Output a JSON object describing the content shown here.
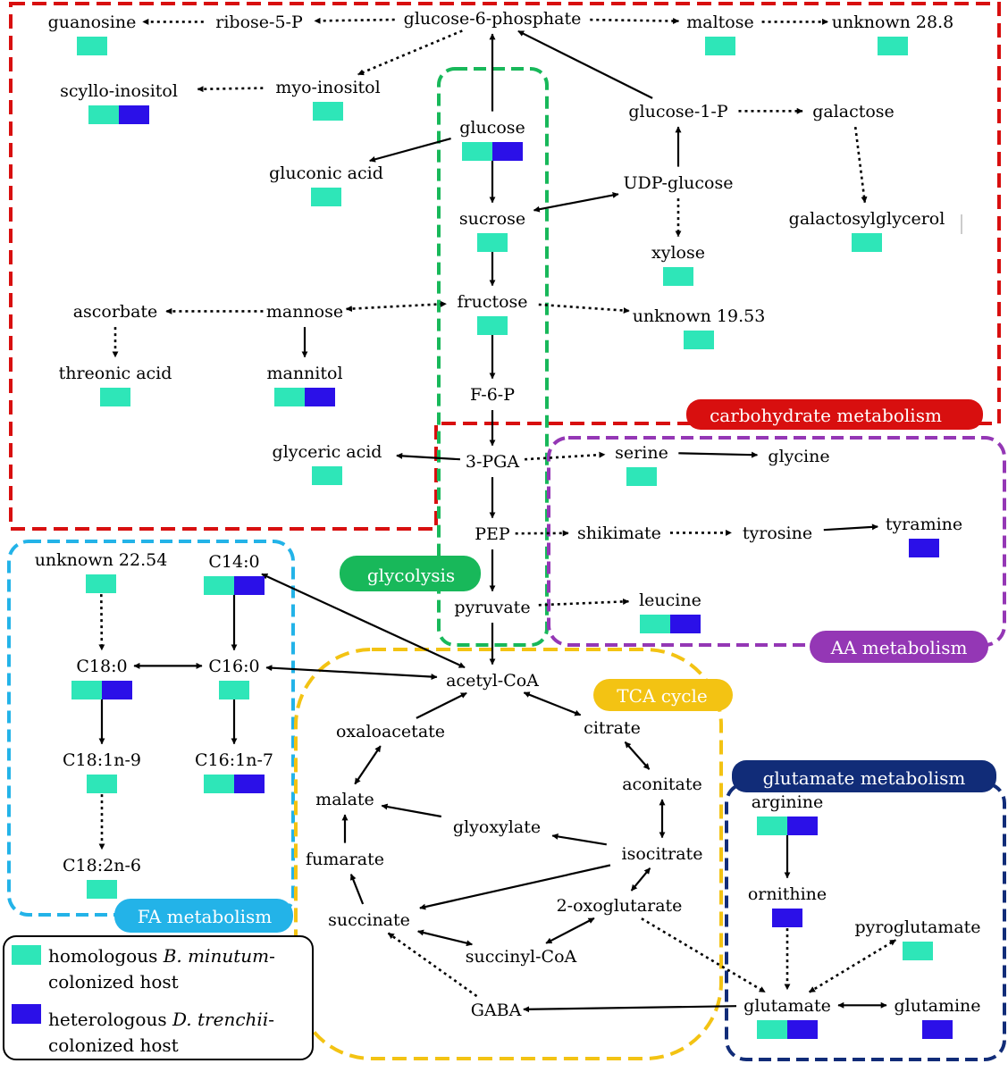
{
  "colors": {
    "homologous": "#2ee6b8",
    "heterologous": "#2b10e8",
    "carbohydrate": "#d80f0f",
    "glycolysis": "#18b85a",
    "aa": "#9437b5",
    "fa": "#23b3e8",
    "tca": "#f3c313",
    "glutamate": "#112c78"
  },
  "regions": [
    {
      "id": "carbohydrate",
      "label": "carbohydrate metabolism"
    },
    {
      "id": "glycolysis",
      "label": "glycolysis"
    },
    {
      "id": "aa",
      "label": "AA metabolism"
    },
    {
      "id": "fa",
      "label": "FA metabolism"
    },
    {
      "id": "tca",
      "label": "TCA cycle"
    },
    {
      "id": "glutamate",
      "label": "glutamate metabolism"
    }
  ],
  "nodes": {
    "guanosine": {
      "label": "guanosine",
      "markers": [
        "homologous"
      ]
    },
    "ribose5p": {
      "label": "ribose-5-P",
      "markers": []
    },
    "g6p": {
      "label": "glucose-6-phosphate",
      "markers": []
    },
    "maltose": {
      "label": "maltose",
      "markers": [
        "homologous"
      ]
    },
    "unknown288": {
      "label": "unknown 28.8",
      "markers": [
        "homologous"
      ]
    },
    "scyllo": {
      "label": "scyllo-inositol",
      "markers": [
        "homologous",
        "heterologous"
      ]
    },
    "myo": {
      "label": "myo-inositol",
      "markers": [
        "homologous"
      ]
    },
    "glucose": {
      "label": "glucose",
      "markers": [
        "homologous",
        "heterologous"
      ]
    },
    "glucose1p": {
      "label": "glucose-1-P",
      "markers": []
    },
    "galactose": {
      "label": "galactose",
      "markers": []
    },
    "gluconic": {
      "label": "gluconic acid",
      "markers": [
        "homologous"
      ]
    },
    "udpglucose": {
      "label": "UDP-glucose",
      "markers": []
    },
    "sucrose": {
      "label": "sucrose",
      "markers": [
        "homologous"
      ]
    },
    "galactosylglycerol": {
      "label": "galactosylglycerol",
      "markers": [
        "homologous"
      ]
    },
    "xylose": {
      "label": "xylose",
      "markers": [
        "homologous"
      ]
    },
    "fructose": {
      "label": "fructose",
      "markers": [
        "homologous"
      ]
    },
    "unknown1953": {
      "label": "unknown 19.53",
      "markers": [
        "homologous"
      ]
    },
    "ascorbate": {
      "label": "ascorbate",
      "markers": []
    },
    "mannose": {
      "label": "mannose",
      "markers": []
    },
    "threonic": {
      "label": "threonic acid",
      "markers": [
        "homologous"
      ]
    },
    "mannitol": {
      "label": "mannitol",
      "markers": [
        "homologous",
        "heterologous"
      ]
    },
    "f6p": {
      "label": "F-6-P",
      "markers": []
    },
    "glyceric": {
      "label": "glyceric acid",
      "markers": [
        "homologous"
      ]
    },
    "pga": {
      "label": "3-PGA",
      "markers": []
    },
    "serine": {
      "label": "serine",
      "markers": [
        "homologous"
      ]
    },
    "glycine": {
      "label": "glycine",
      "markers": []
    },
    "pep": {
      "label": "PEP",
      "markers": []
    },
    "shikimate": {
      "label": "shikimate",
      "markers": []
    },
    "tyrosine": {
      "label": "tyrosine",
      "markers": []
    },
    "tyramine": {
      "label": "tyramine",
      "markers": [
        "heterologous"
      ]
    },
    "pyruvate": {
      "label": "pyruvate",
      "markers": []
    },
    "leucine": {
      "label": "leucine",
      "markers": [
        "homologous",
        "heterologous"
      ]
    },
    "unknown2254": {
      "label": "unknown 22.54",
      "markers": [
        "homologous"
      ]
    },
    "c140": {
      "label": "C14:0",
      "markers": [
        "homologous",
        "heterologous"
      ]
    },
    "c180": {
      "label": "C18:0",
      "markers": [
        "homologous",
        "heterologous"
      ]
    },
    "c160": {
      "label": "C16:0",
      "markers": [
        "homologous"
      ]
    },
    "c181": {
      "label": "C18:1n-9",
      "markers": [
        "homologous"
      ]
    },
    "c161": {
      "label": "C16:1n-7",
      "markers": [
        "homologous",
        "heterologous"
      ]
    },
    "c182": {
      "label": "C18:2n-6",
      "markers": [
        "homologous"
      ]
    },
    "acetylcoa": {
      "label": "acetyl-CoA",
      "markers": []
    },
    "oxaloacetate": {
      "label": "oxaloacetate",
      "markers": []
    },
    "citrate": {
      "label": "citrate",
      "markers": []
    },
    "aconitate": {
      "label": "aconitate",
      "markers": []
    },
    "malate": {
      "label": "malate",
      "markers": []
    },
    "glyoxylate": {
      "label": "glyoxylate",
      "markers": []
    },
    "isocitrate": {
      "label": "isocitrate",
      "markers": []
    },
    "fumarate": {
      "label": "fumarate",
      "markers": []
    },
    "oxoglutarate": {
      "label": "2-oxoglutarate",
      "markers": []
    },
    "succinate": {
      "label": "succinate",
      "markers": []
    },
    "succinylcoa": {
      "label": "succinyl-CoA",
      "markers": []
    },
    "gaba": {
      "label": "GABA",
      "markers": []
    },
    "arginine": {
      "label": "arginine",
      "markers": [
        "homologous",
        "heterologous"
      ]
    },
    "ornithine": {
      "label": "ornithine",
      "markers": [
        "heterologous"
      ]
    },
    "pyroglutamate": {
      "label": "pyroglutamate",
      "markers": [
        "homologous"
      ]
    },
    "glutamate": {
      "label": "glutamate",
      "markers": [
        "homologous",
        "heterologous"
      ]
    },
    "glutamine": {
      "label": "glutamine",
      "markers": [
        "heterologous"
      ]
    }
  },
  "edges": [
    {
      "from": "ribose5p",
      "to": "guanosine",
      "style": "dotted",
      "dir": "forward"
    },
    {
      "from": "g6p",
      "to": "ribose5p",
      "style": "dotted",
      "dir": "forward"
    },
    {
      "from": "g6p",
      "to": "maltose",
      "style": "dotted",
      "dir": "forward"
    },
    {
      "from": "maltose",
      "to": "unknown288",
      "style": "dotted",
      "dir": "forward"
    },
    {
      "from": "g6p",
      "to": "myo",
      "style": "dotted",
      "dir": "forward"
    },
    {
      "from": "myo",
      "to": "scyllo",
      "style": "dotted",
      "dir": "forward"
    },
    {
      "from": "glucose",
      "to": "g6p",
      "style": "solid",
      "dir": "forward"
    },
    {
      "from": "glucose1p",
      "to": "g6p",
      "style": "solid",
      "dir": "forward"
    },
    {
      "from": "glucose1p",
      "to": "galactose",
      "style": "dotted",
      "dir": "forward"
    },
    {
      "from": "galactose",
      "to": "galactosylglycerol",
      "style": "dotted",
      "dir": "forward"
    },
    {
      "from": "udpglucose",
      "to": "glucose1p",
      "style": "solid",
      "dir": "forward"
    },
    {
      "from": "udpglucose",
      "to": "xylose",
      "style": "dotted",
      "dir": "forward"
    },
    {
      "from": "sucrose",
      "to": "udpglucose",
      "style": "solid",
      "dir": "both"
    },
    {
      "from": "glucose",
      "to": "gluconic",
      "style": "solid",
      "dir": "forward"
    },
    {
      "from": "glucose",
      "to": "sucrose",
      "style": "solid",
      "dir": "both"
    },
    {
      "from": "sucrose",
      "to": "fructose",
      "style": "solid",
      "dir": "forward"
    },
    {
      "from": "fructose",
      "to": "unknown1953",
      "style": "dotted",
      "dir": "forward"
    },
    {
      "from": "fructose",
      "to": "f6p",
      "style": "solid",
      "dir": "forward"
    },
    {
      "from": "mannose",
      "to": "fructose",
      "style": "dotted",
      "dir": "both"
    },
    {
      "from": "mannose",
      "to": "ascorbate",
      "style": "dotted",
      "dir": "forward"
    },
    {
      "from": "ascorbate",
      "to": "threonic",
      "style": "dotted",
      "dir": "forward"
    },
    {
      "from": "mannose",
      "to": "mannitol",
      "style": "solid",
      "dir": "forward"
    },
    {
      "from": "f6p",
      "to": "pga",
      "style": "solid",
      "dir": "forward"
    },
    {
      "from": "pga",
      "to": "glyceric",
      "style": "solid",
      "dir": "forward"
    },
    {
      "from": "pga",
      "to": "serine",
      "style": "dotted",
      "dir": "forward"
    },
    {
      "from": "serine",
      "to": "glycine",
      "style": "solid",
      "dir": "forward"
    },
    {
      "from": "pga",
      "to": "pep",
      "style": "solid",
      "dir": "forward"
    },
    {
      "from": "pep",
      "to": "shikimate",
      "style": "dotted",
      "dir": "forward"
    },
    {
      "from": "shikimate",
      "to": "tyrosine",
      "style": "dotted",
      "dir": "forward"
    },
    {
      "from": "tyrosine",
      "to": "tyramine",
      "style": "solid",
      "dir": "forward"
    },
    {
      "from": "pep",
      "to": "pyruvate",
      "style": "solid",
      "dir": "forward"
    },
    {
      "from": "pyruvate",
      "to": "leucine",
      "style": "dotted",
      "dir": "forward"
    },
    {
      "from": "pyruvate",
      "to": "acetylcoa",
      "style": "solid",
      "dir": "forward"
    },
    {
      "from": "c140",
      "to": "acetylcoa",
      "style": "solid",
      "dir": "both"
    },
    {
      "from": "c160",
      "to": "acetylcoa",
      "style": "solid",
      "dir": "both"
    },
    {
      "from": "unknown2254",
      "to": "c180",
      "style": "dotted",
      "dir": "both"
    },
    {
      "from": "c140",
      "to": "c160",
      "style": "solid",
      "dir": "both"
    },
    {
      "from": "c180",
      "to": "c160",
      "style": "solid",
      "dir": "both"
    },
    {
      "from": "c180",
      "to": "c181",
      "style": "solid",
      "dir": "both"
    },
    {
      "from": "c160",
      "to": "c161",
      "style": "solid",
      "dir": "both"
    },
    {
      "from": "c181",
      "to": "c182",
      "style": "dotted",
      "dir": "both"
    },
    {
      "from": "acetylcoa",
      "to": "citrate",
      "style": "solid",
      "dir": "both"
    },
    {
      "from": "oxaloacetate",
      "to": "acetylcoa",
      "style": "solid",
      "dir": "forward"
    },
    {
      "from": "citrate",
      "to": "aconitate",
      "style": "solid",
      "dir": "both"
    },
    {
      "from": "aconitate",
      "to": "isocitrate",
      "style": "solid",
      "dir": "both"
    },
    {
      "from": "isocitrate",
      "to": "glyoxylate",
      "style": "solid",
      "dir": "forward"
    },
    {
      "from": "glyoxylate",
      "to": "malate",
      "style": "solid",
      "dir": "forward"
    },
    {
      "from": "isocitrate",
      "to": "succinate",
      "style": "solid",
      "dir": "forward"
    },
    {
      "from": "isocitrate",
      "to": "oxoglutarate",
      "style": "solid",
      "dir": "both"
    },
    {
      "from": "oxoglutarate",
      "to": "succinylcoa",
      "style": "solid",
      "dir": "both"
    },
    {
      "from": "succinylcoa",
      "to": "succinate",
      "style": "solid",
      "dir": "both"
    },
    {
      "from": "succinate",
      "to": "fumarate",
      "style": "solid",
      "dir": "forward"
    },
    {
      "from": "fumarate",
      "to": "malate",
      "style": "solid",
      "dir": "forward"
    },
    {
      "from": "malate",
      "to": "oxaloacetate",
      "style": "solid",
      "dir": "both"
    },
    {
      "from": "gaba",
      "to": "succinate",
      "style": "dotted",
      "dir": "forward"
    },
    {
      "from": "glutamate",
      "to": "gaba",
      "style": "solid",
      "dir": "forward"
    },
    {
      "from": "oxoglutarate",
      "to": "glutamate",
      "style": "dotted",
      "dir": "forward"
    },
    {
      "from": "arginine",
      "to": "ornithine",
      "style": "solid",
      "dir": "both"
    },
    {
      "from": "ornithine",
      "to": "glutamate",
      "style": "dotted",
      "dir": "both"
    },
    {
      "from": "glutamate",
      "to": "pyroglutamate",
      "style": "dotted",
      "dir": "both"
    },
    {
      "from": "glutamate",
      "to": "glutamine",
      "style": "solid",
      "dir": "both"
    }
  ],
  "legend": [
    {
      "key": "homologous",
      "text": "homologous B. minutum-colonized host",
      "line1_plain": "homologous ",
      "line1_italic": "B. minutum",
      "line1_tail": "-",
      "line2": "colonized host"
    },
    {
      "key": "heterologous",
      "text": "heterologous D. trenchii-colonized host",
      "line1_plain": "heterologous ",
      "line1_italic": "D. trenchii",
      "line1_tail": "-",
      "line2": "colonized host"
    }
  ]
}
